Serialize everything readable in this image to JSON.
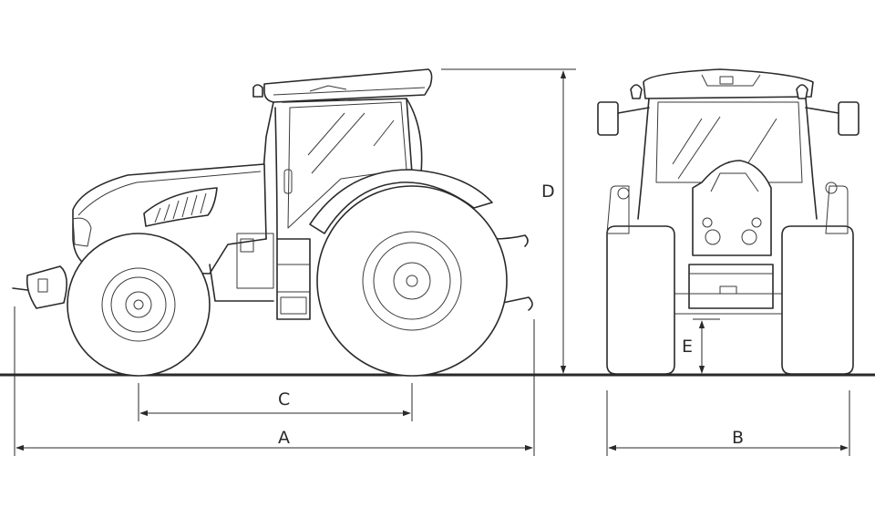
{
  "dimensions": {
    "A": "A",
    "B": "B",
    "C": "C",
    "D": "D",
    "E": "E"
  },
  "colors": {
    "line": "#2a2a2a",
    "background": "#ffffff"
  }
}
